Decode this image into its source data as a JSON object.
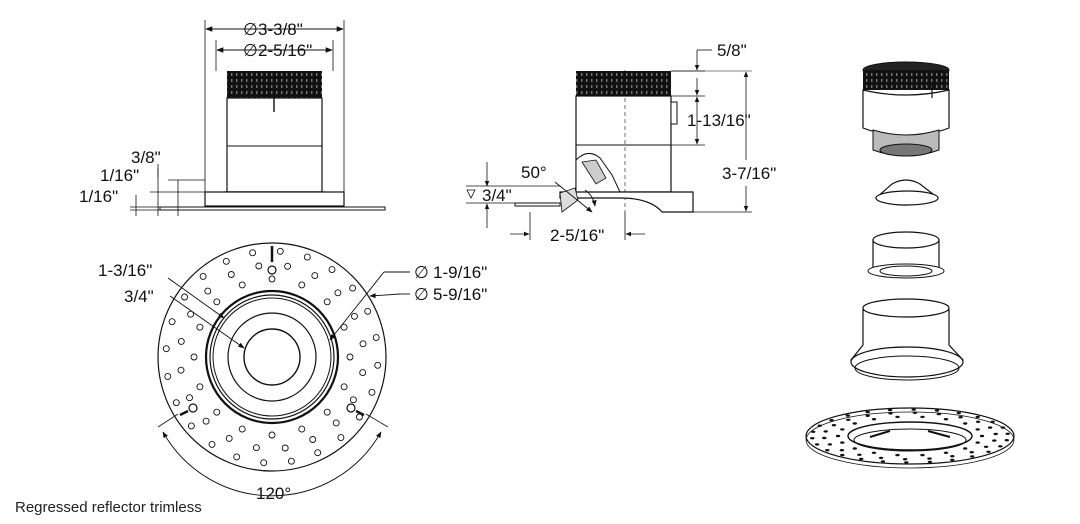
{
  "front_view": {
    "dim_outer_diameter": "3-3/8\"",
    "dim_inner_diameter": "2-5/16\"",
    "dim_flange_3_8": "3/8\"",
    "dim_flange_1_16_a": "1/16\"",
    "dim_flange_1_16_b": "1/16\""
  },
  "side_view": {
    "dim_top_band": "5/8\"",
    "dim_mid": "1-13/16\"",
    "dim_total_height": "3-7/16\"",
    "dim_angle": "50°",
    "dim_regress": "3/4\"",
    "dim_offset": "2-5/16\""
  },
  "bottom_view": {
    "dim_1_3_16": "1-3/16\"",
    "dim_3_4": "3/4\"",
    "dim_dia_1_9_16": "1-9/16\"",
    "dim_dia_5_9_16": "5-9/16\"",
    "dim_angle_120": "120°",
    "diameter_symbol": "∅"
  },
  "caption": "Regressed reflector trimless"
}
